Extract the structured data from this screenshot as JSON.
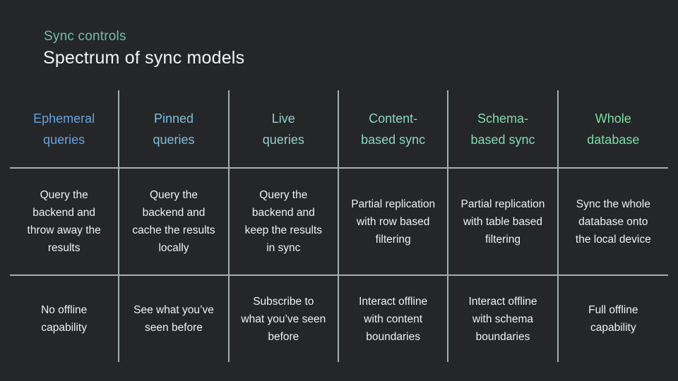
{
  "slide": {
    "kicker": "Sync controls",
    "title": "Spectrum of sync models"
  },
  "colors": {
    "background": "#242628",
    "kicker": "#6FC2A2",
    "title": "#F4F4F6",
    "body_text": "#F0F1F2",
    "grid_line": "#A4B1AB",
    "header": [
      "#66A2DF",
      "#7FBEDE",
      "#93D0CA",
      "#8BD7C1",
      "#81DBB1",
      "#79DFA6"
    ]
  },
  "table": {
    "columns": [
      {
        "header": "Ephemeral\nqueries",
        "description": "Query the\nbackend and\nthrow away the\nresults",
        "offline": "No offline\ncapability"
      },
      {
        "header": "Pinned\nqueries",
        "description": "Query the\nbackend and\ncache the results\nlocally",
        "offline": "See what you’ve\nseen before"
      },
      {
        "header": "Live\nqueries",
        "description": "Query the\nbackend and\nkeep the results\nin sync",
        "offline": "Subscribe to\nwhat you’ve seen\nbefore"
      },
      {
        "header": "Content-\nbased sync",
        "description": "Partial replication\nwith row based\nfiltering",
        "offline": "Interact offline\nwith content\nboundaries"
      },
      {
        "header": "Schema-\nbased sync",
        "description": "Partial replication\nwith table based\nfiltering",
        "offline": "Interact offline\nwith schema\nboundaries"
      },
      {
        "header": "Whole\ndatabase",
        "description": "Sync the whole\ndatabase onto\nthe local device",
        "offline": "Full offline\ncapability"
      }
    ]
  }
}
